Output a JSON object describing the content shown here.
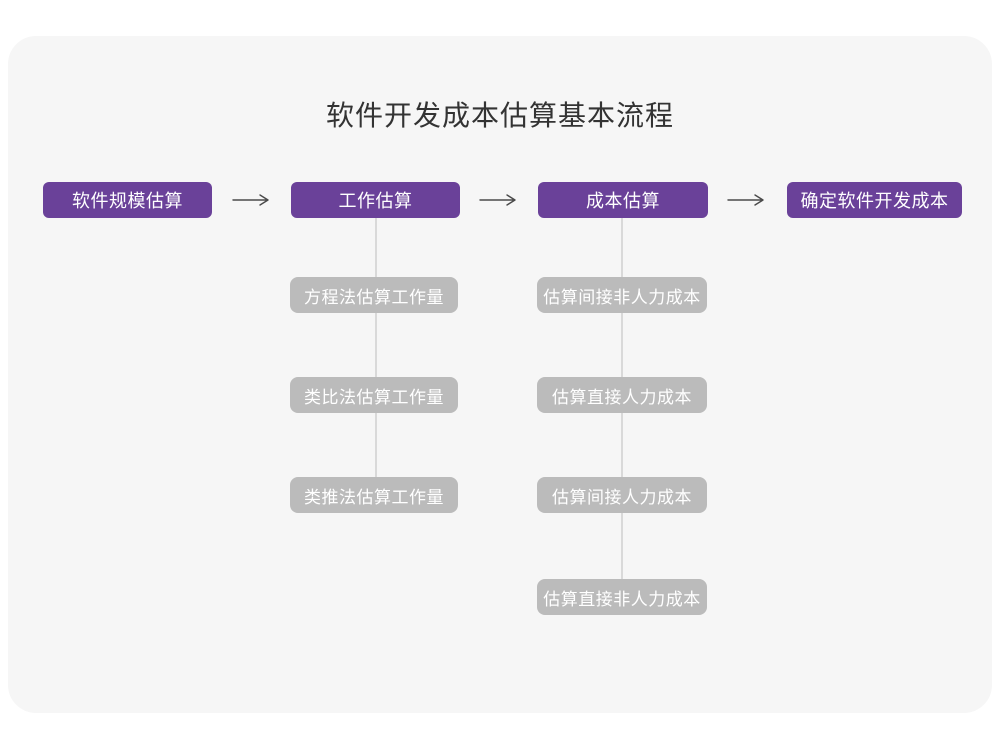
{
  "title": "软件开发成本估算基本流程",
  "colors": {
    "accent_purple": "#6A4199",
    "substep_gray": "#BBBBBB",
    "card_bg": "#F6F6F6",
    "arrow": "#4A4A4A",
    "connector": "#D9D9D9",
    "title_text": "#333333",
    "box_text": "#FFFFFF"
  },
  "flow": {
    "stages": [
      {
        "label": "软件规模估算",
        "children": []
      },
      {
        "label": "工作估算",
        "children": [
          "方程法估算工作量",
          "类比法估算工作量",
          "类推法估算工作量"
        ]
      },
      {
        "label": "成本估算",
        "children": [
          "估算间接非人力成本",
          "估算直接人力成本",
          "估算间接人力成本",
          "估算直接非人力成本"
        ]
      },
      {
        "label": "确定软件开发成本",
        "children": []
      }
    ]
  }
}
